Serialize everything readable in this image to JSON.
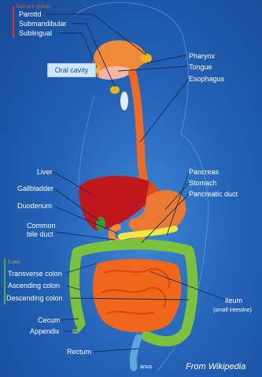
{
  "groups": {
    "salivary_glands": "Salivary glands",
    "colon": "Colon"
  },
  "labels": {
    "parotid": "Parotid",
    "submandibular": "Submandibular",
    "sublingual": "Sublingual",
    "oral_cavity": "Oral cavity",
    "pharynx": "Pharynx",
    "tongue": "Tongue",
    "esophagus": "Esophagus",
    "liver": "Liver",
    "gallbladder": "Gallbladder",
    "duodenum": "Duodenum",
    "common_bile_duct_1": "Common",
    "common_bile_duct_2": "bile duct",
    "pancreas": "Pancreas",
    "stomach": "Stomach",
    "pancreatic_duct": "Pancreatic duct",
    "transverse_colon": "Transverse colon",
    "ascending_colon": "Ascending colon",
    "descending_colon": "Descending colon",
    "ileum": "Ileum",
    "small_intestine": "(small intestine)",
    "cecum": "Cecum",
    "appendix": "Appendix",
    "rectum": "Rectum",
    "anus": "anus"
  },
  "credit": "From Wikipedia",
  "colors": {
    "esophagus": "#f06a22",
    "liver": "#c0181c",
    "stomach": "#ea7a33",
    "colon": "#7cc23d",
    "small_intestine": "#f0661a",
    "gland": "#f3b316"
  }
}
